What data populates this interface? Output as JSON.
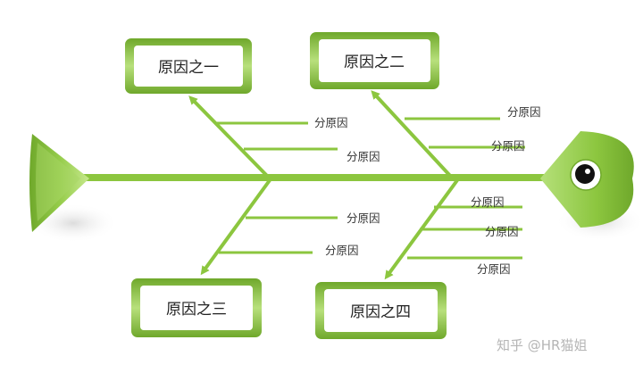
{
  "causes": {
    "c1": "原因之一",
    "c2": "原因之二",
    "c3": "原因之三",
    "c4": "原因之四"
  },
  "subcauses": {
    "s1a": "分原因",
    "s1b": "分原因",
    "s2a": "分原因",
    "s2b": "分原因",
    "s3a": "分原因",
    "s3b": "分原因",
    "s4a": "分原因",
    "s4b": "分原因",
    "s4c": "分原因"
  },
  "watermark": "知乎 @HR猫姐",
  "colors": {
    "green": "#8cc63f",
    "green_dark": "#6fa82b",
    "green_light": "#c6e88c",
    "box_border": "#82bf32"
  }
}
